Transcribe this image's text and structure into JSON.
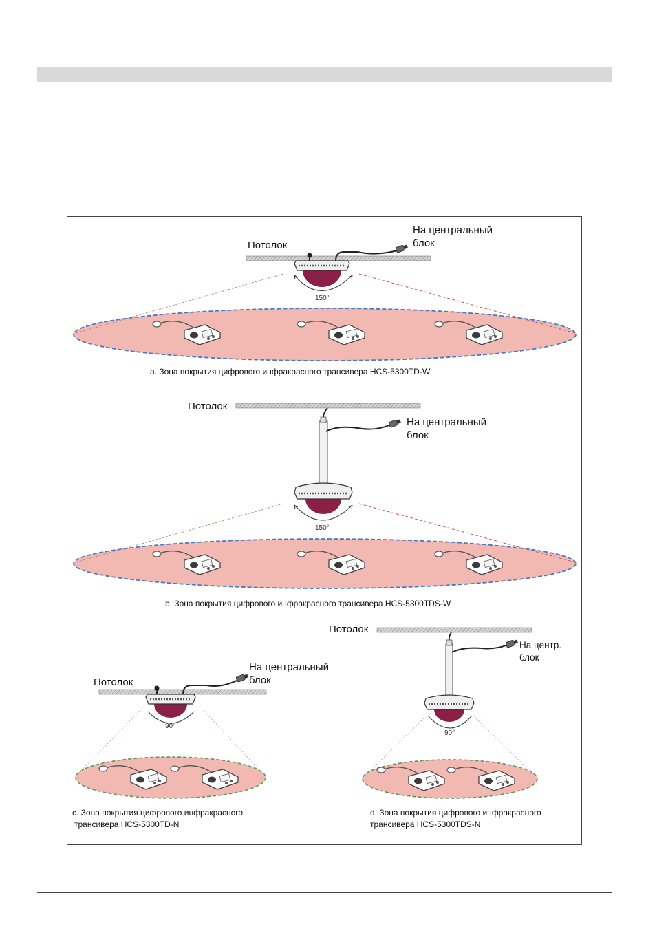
{
  "colors": {
    "zone_fill": "#f2b9b3",
    "zone_edge": "#4a78c4",
    "dome": "#8c1f45",
    "beam_red": "#d84a4a",
    "ceiling": "#bdbdbd"
  },
  "panels": {
    "a": {
      "ceiling_label": "Потолок",
      "cable_label_line1": "На центральный",
      "cable_label_line2": "блок",
      "angle": "150°",
      "caption": "a. Зона покрытия цифрового инфракрасного трансивера HCS-5300TD-W"
    },
    "b": {
      "ceiling_label": "Потолок",
      "cable_label_line1": "На центральный",
      "cable_label_line2": "блок",
      "angle": "150°",
      "caption": "b. Зона покрытия цифрового инфракрасного трансивера HCS-5300TDS-W"
    },
    "c": {
      "ceiling_label": "Потолок",
      "cable_label_line1": "На центральный",
      "cable_label_line2": "блок",
      "angle": "90°",
      "caption_line1": "c. Зона покрытия цифрового инфракрасного",
      "caption_line2": "трансивера HCS-5300TD-N"
    },
    "d": {
      "ceiling_label": "Потолок",
      "cable_label_line1": "На центр.",
      "cable_label_line2": "блок",
      "angle": "90°",
      "caption_line1": "d. Зона покрытия цифрового инфракрасного",
      "caption_line2": "трансивера HCS-5300TDS-N"
    }
  }
}
